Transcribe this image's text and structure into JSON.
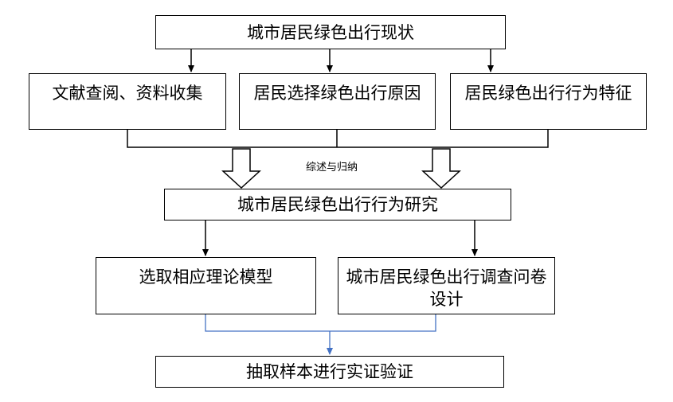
{
  "diagram": {
    "title": "城市居民绿色出行现状",
    "branches": [
      {
        "label": "文献查阅、资料收集"
      },
      {
        "label": "居民选择绿色出行原因"
      },
      {
        "label": "居民绿色出行行为特征"
      }
    ],
    "summary_note": "综述与归纳",
    "research": "城市居民绿色出行行为研究",
    "methods": [
      {
        "label": "选取相应理论模型"
      },
      {
        "label": "城市居民绿色出行调查问卷设计"
      }
    ],
    "verification": "抽取样本进行实证验证",
    "colors": {
      "box_border": "#000000",
      "line": "#000000",
      "blue_line": "#4472c4"
    }
  }
}
